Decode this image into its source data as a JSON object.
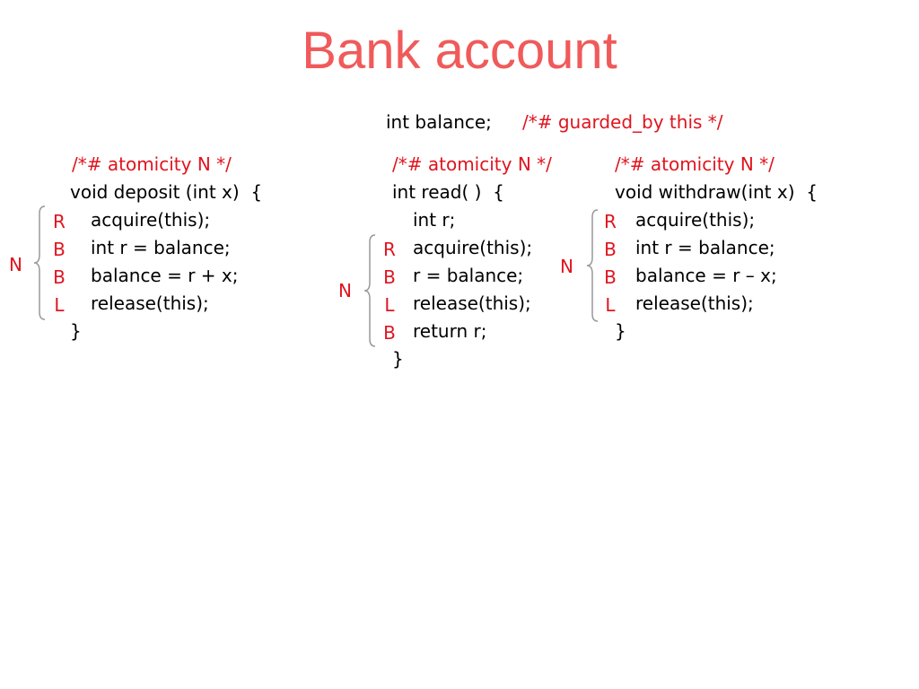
{
  "title": "Bank account",
  "field": {
    "declaration": "int balance;",
    "annotation": "/*# guarded_by this */"
  },
  "deposit": {
    "annotation": "/*# atomicity N */",
    "signature": "void deposit (int x)  {",
    "body": [
      "acquire(this);",
      "int r = balance;",
      "balance = r + x;",
      "release(this);"
    ],
    "close": "}",
    "movers": [
      "R",
      "B",
      "B",
      "L"
    ],
    "composite": "N"
  },
  "read": {
    "annotation": "/*# atomicity N */",
    "signature": "int read( )  {",
    "body": [
      "int r;",
      "acquire(this);",
      "r = balance;",
      "release(this);",
      "return r;"
    ],
    "close": "}",
    "movers": [
      "R",
      "B",
      "L",
      "B"
    ],
    "composite": "N"
  },
  "withdraw": {
    "annotation": "/*# atomicity N */",
    "signature": "void withdraw(int x)  {",
    "body": [
      "acquire(this);",
      "int r = balance;",
      "balance = r – x;",
      "release(this);"
    ],
    "close": "}",
    "movers": [
      "R",
      "B",
      "B",
      "L"
    ],
    "composite": "N"
  },
  "colors": {
    "title": "#f05a5a",
    "annotation": "#e0141e",
    "code": "#000000",
    "brace": "#999999"
  }
}
